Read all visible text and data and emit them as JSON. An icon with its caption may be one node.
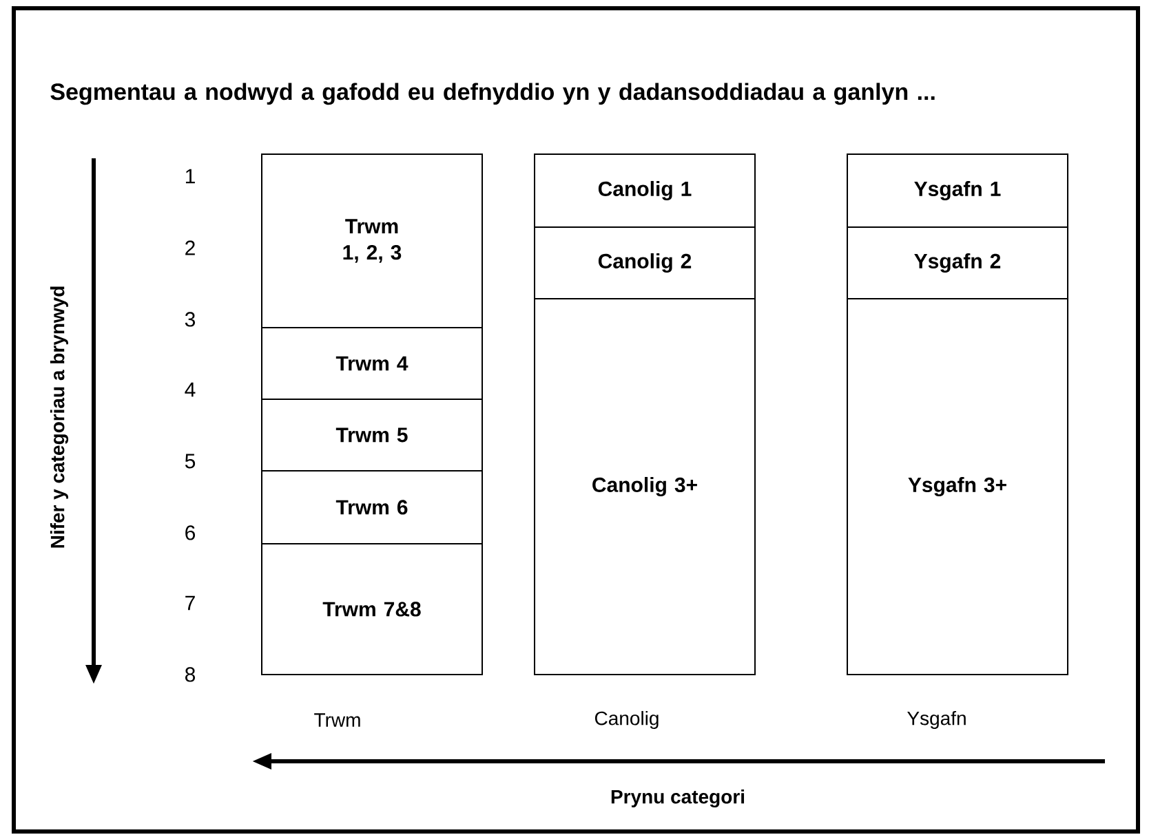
{
  "diagram": {
    "title": "Segmentau a nodwyd a gafodd eu defnyddio yn y dadansoddiadau a ganlyn ...",
    "nodes": [
      {
        "text": [
          "Trwm 1, 2, 3"
        ]
      },
      {
        "text": [
          "Trwm 4"
        ]
      },
      {
        "text": [
          "Trwm 5"
        ]
      },
      {
        "text": [
          "Trwm 6"
        ]
      },
      {
        "text": [
          "Trwm 7&8"
        ]
      },
      {
        "text": [
          "Canolig 1"
        ]
      },
      {
        "text": [
          "Canolig 2"
        ]
      },
      {
        "text": [
          "Canolig 3+"
        ]
      },
      {
        "text": [
          "Ysgafn 1"
        ]
      },
      {
        "text": [
          "Ysgafn 2"
        ]
      },
      {
        "text": [
          "Ysgafn 3+"
        ]
      }
    ],
    "edges": [],
    "labels": [
      "1",
      "2",
      "3",
      "4",
      "5",
      "6",
      "7",
      "8",
      "Nifer y categoriau a brynwyd",
      "Trwm",
      "Canolig",
      "Ysgafn",
      "Prynu categori"
    ]
  }
}
